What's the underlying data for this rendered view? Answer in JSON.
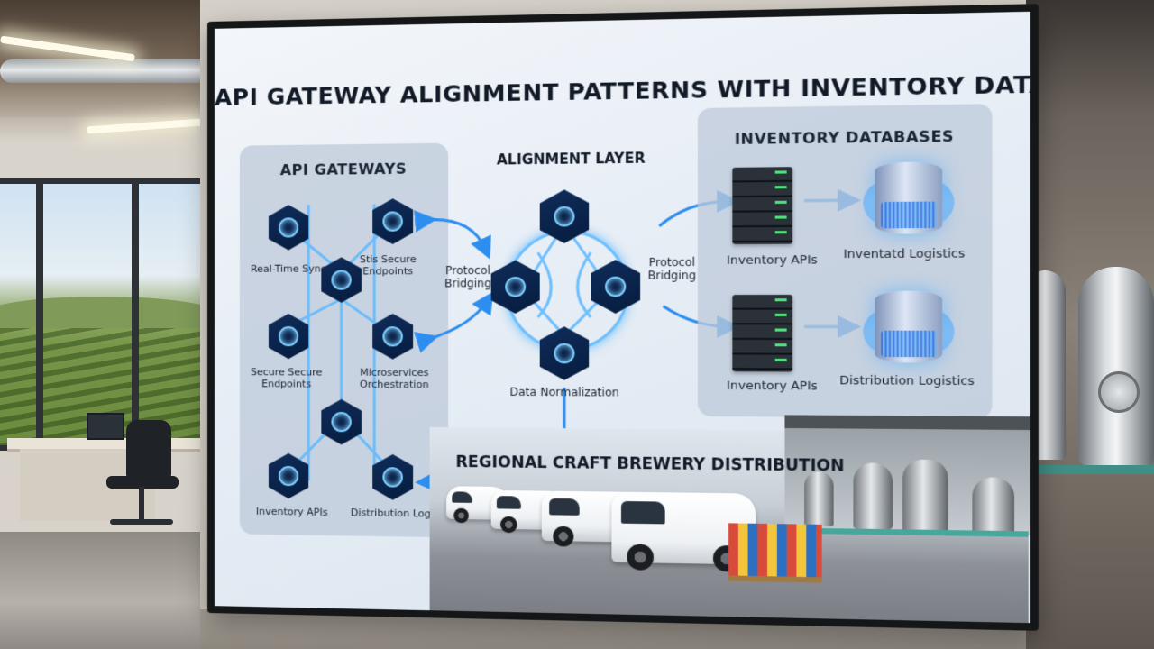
{
  "screen": {
    "title": "API GATEWAY ALIGNMENT PATTERNS WITH INVENTORY DATABASES",
    "gateways": {
      "title": "API GATEWAYS",
      "nodes": [
        {
          "label": "Real-Time Sync"
        },
        {
          "label": "Stis Secure\nEndpoints"
        },
        {
          "label": "Secure Secure\nEndpoints"
        },
        {
          "label": "Microservices\nOrchestration"
        },
        {
          "label": "Inventory APIs"
        },
        {
          "label": "Distribution Logistics"
        }
      ]
    },
    "alignment": {
      "title": "ALIGNMENT LAYER",
      "left_label": "Protocol\nBridging",
      "right_label": "Protocol\nBridging",
      "bottom_label": "Data Normalization"
    },
    "inventory": {
      "title": "INVENTORY DATABASES",
      "rows": [
        {
          "api_label": "Inventory APIs",
          "db_label": "Inventatd Logistics"
        },
        {
          "api_label": "Inventory APIs",
          "db_label": "Distribution Logistics"
        }
      ]
    },
    "distribution_title": "REGIONAL CRAFT BREWERY DISTRIBUTION"
  },
  "colors": {
    "glow": "#4fb4ff",
    "hex_fill": "#0a2450",
    "panel": "#bec9d9",
    "title_text": "#111a26"
  }
}
